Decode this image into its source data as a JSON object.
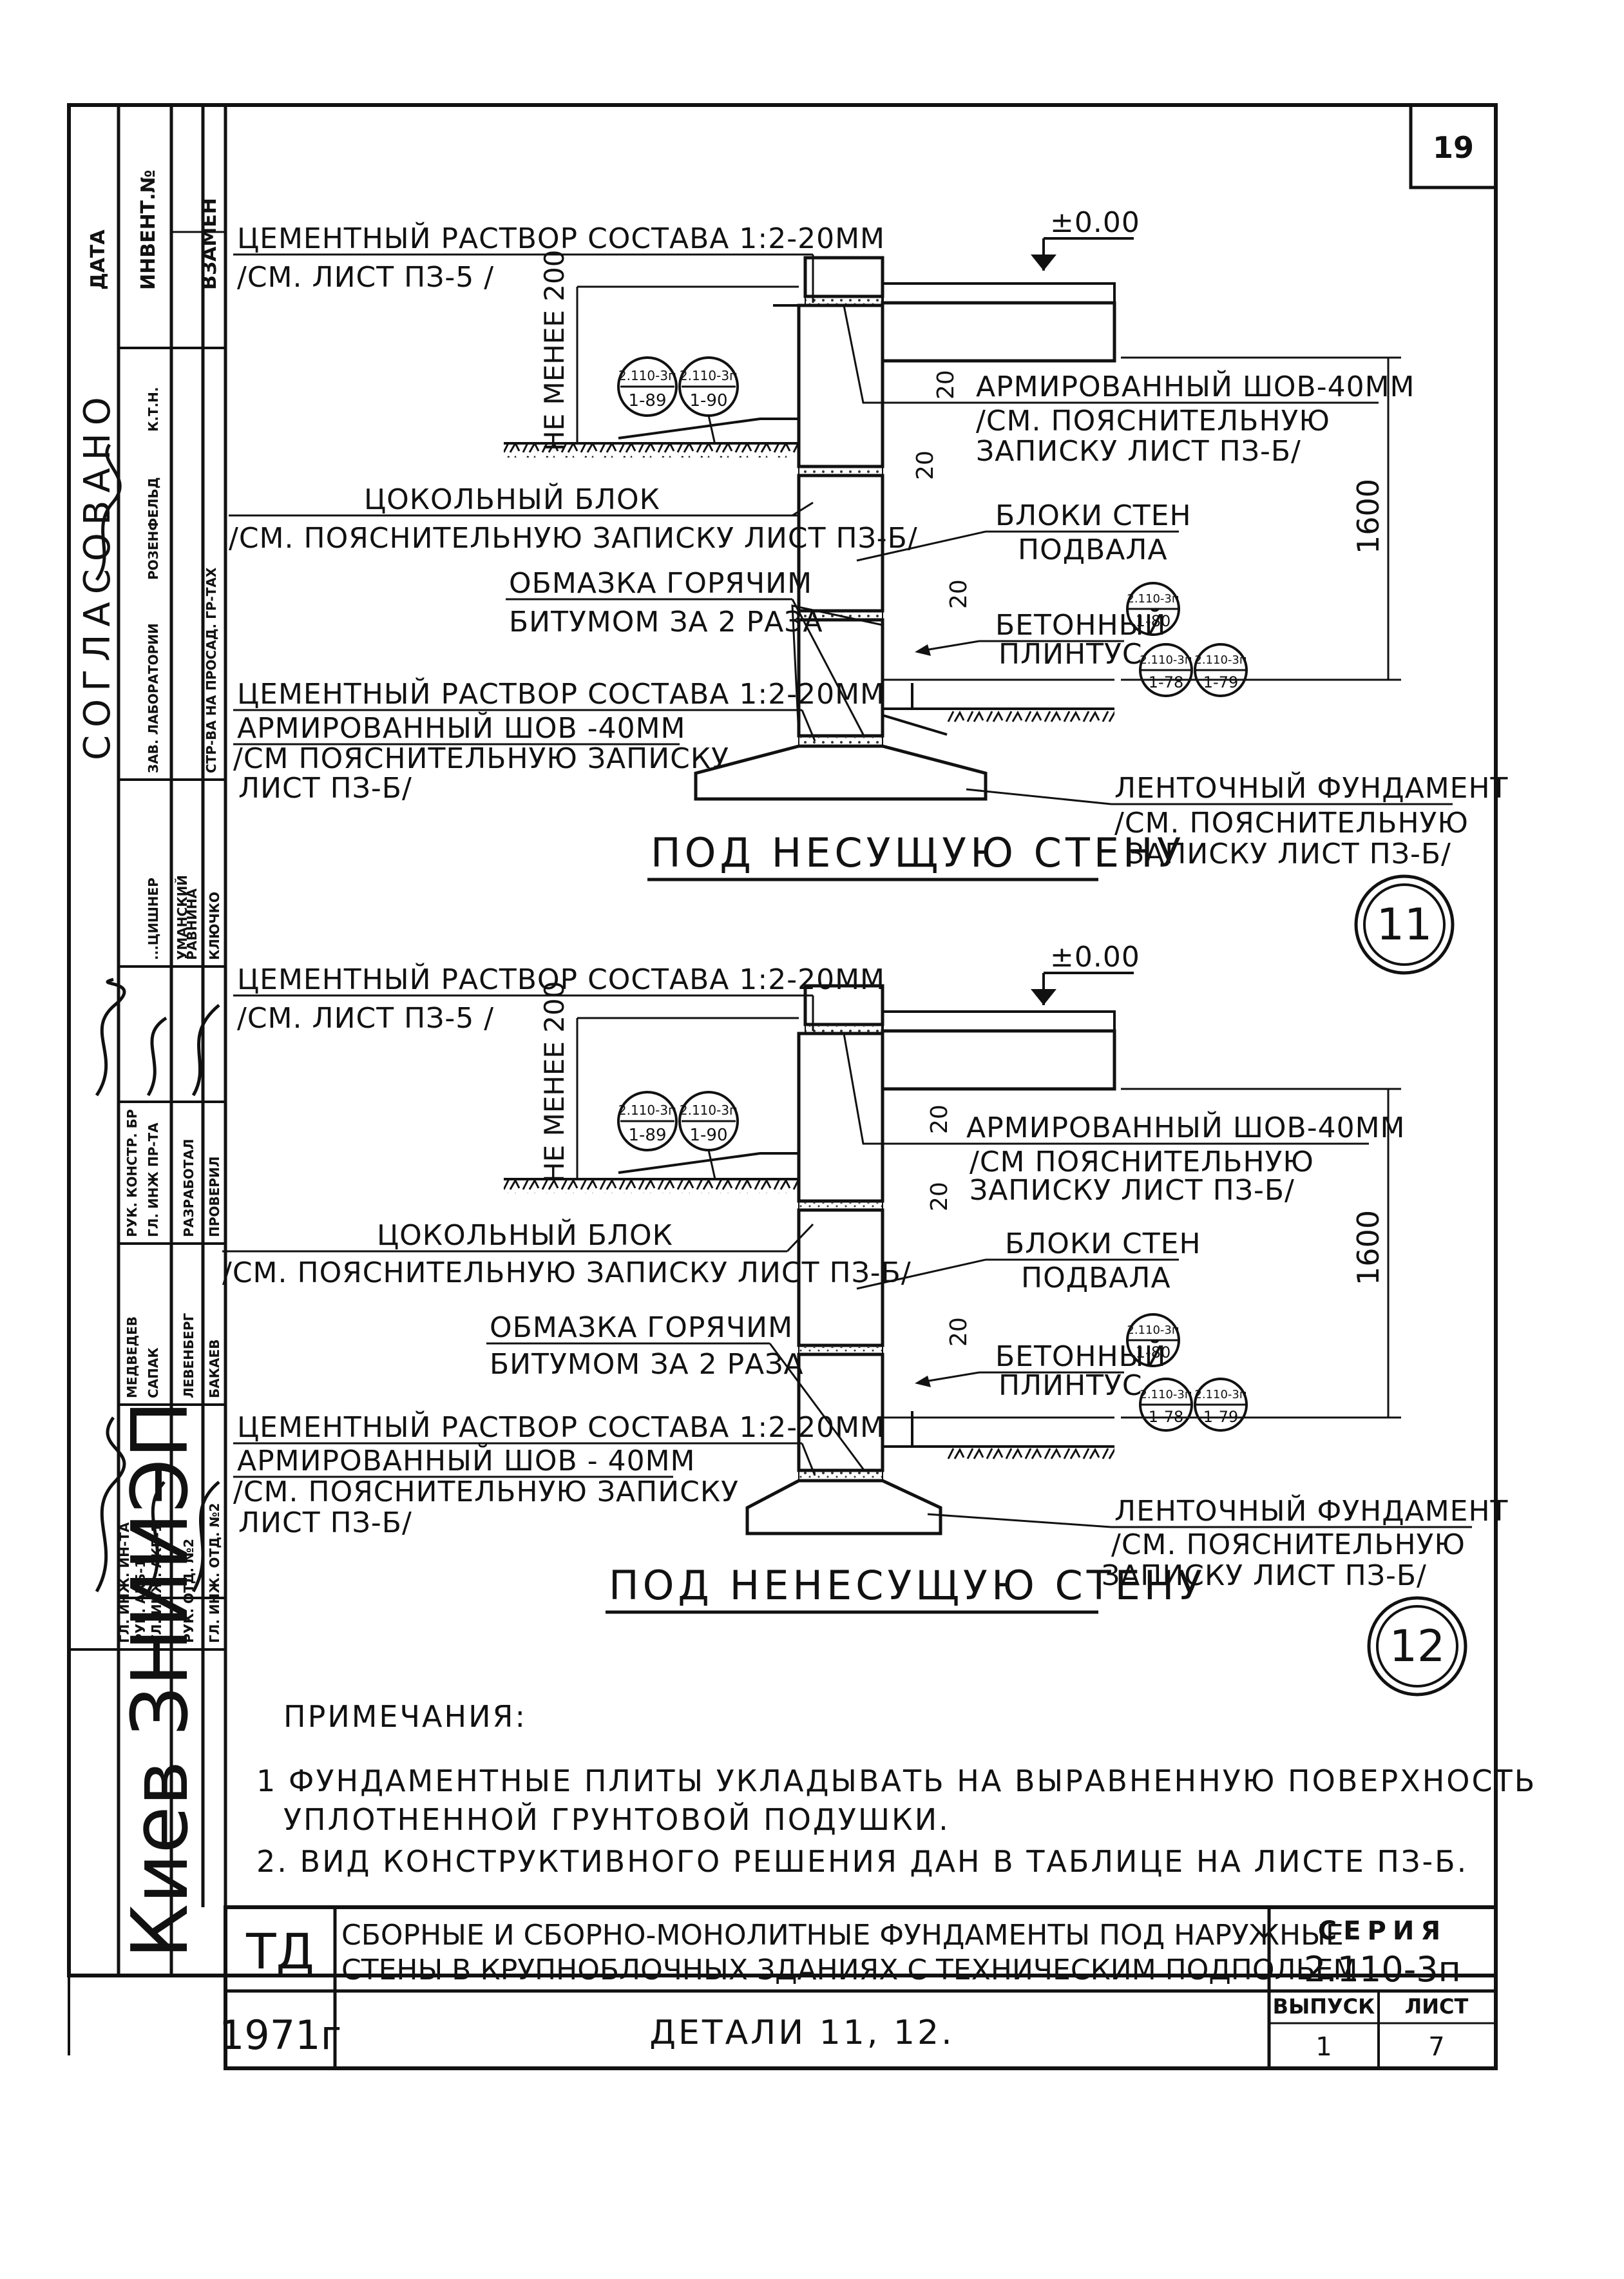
{
  "page_number": "19",
  "side_stamp": {
    "org": "Киев ЗНИИЭП",
    "header": [
      "ДАТА",
      "ИНВЕНТ.№",
      "ВЗАМЕН"
    ],
    "approval": "СОГЛАСОВАНО",
    "col_a": [
      "К.Т.Н.",
      "РОЗЕНФЕЛЬД"
    ],
    "col_b": [
      "ЗАВ. ЛАБОРАТОРИИ",
      "СТР-ВА НА ПРОСАД. ГР-ТАХ"
    ],
    "col_c": [
      "...ЦИШНЕР",
      "УМАНСКИЙ",
      "РАВНИНА",
      "КЛЮЧКО"
    ],
    "col_d": [
      "РУК. КОНСТР. БР",
      "ГЛ. ИНЖ ПР-ТА",
      "РАЗРАБОТАЛ",
      "ПРОВЕРИЛ"
    ],
    "col_e": [
      "МЕДВЕДЕВ",
      "САПАК",
      "ЛЕВЕНБЕРГ",
      "БАКАЕВ"
    ],
    "col_f": [
      "ГЛ. ИНЖ. ИН-ТА",
      "РУК. АКБ-1",
      "ГЛ. ИНЖ. АКБ-1",
      "РУК. ОТД. №2",
      "ГЛ. ИНЖ. ОТД. №2"
    ]
  },
  "detail_11": {
    "level_mark": "±0.00",
    "mortar_top": "ЦЕМЕНТНЫЙ РАСТВОР СОСТАВА 1:2-20ММ",
    "mortar_top_ref": "/СМ. ЛИСТ ПЗ-5 /",
    "min_height": "НЕ МЕНЕЕ 200",
    "dim_20a": "20",
    "dim_20b": "20",
    "dim_20c": "20",
    "dim_1600": "1600",
    "seam_1": "АРМИРОВАННЫЙ ШОВ-40ММ",
    "seam_1_ref_1": "/СМ. ПОЯСНИТЕЛЬНУЮ",
    "seam_1_ref_2": "ЗАПИСКУ ЛИСТ ПЗ-Б/",
    "plinth_block": "ЦОКОЛЬНЫЙ БЛОК",
    "plinth_block_ref": "/СМ. ПОЯСНИТЕЛЬНУЮ ЗАПИСКУ ЛИСТ ПЗ-Б/",
    "wall_blocks_1": "БЛОКИ СТЕН",
    "wall_blocks_2": "ПОДВАЛА",
    "coating_1": "ОБМАЗКА ГОРЯЧИМ",
    "coating_2": "БИТУМОМ ЗА 2 РАЗА",
    "concrete_1": "БЕТОННЫЙ",
    "concrete_2": "ПЛИНТУС",
    "mortar_bottom": "ЦЕМЕНТНЫЙ РАСТВОР СОСТАВА 1:2-20ММ",
    "seam_2": "АРМИРОВАННЫЙ ШОВ -40ММ",
    "seam_2_ref_1": "/СМ ПОЯСНИТЕЛЬНУЮ ЗАПИСКУ",
    "seam_2_ref_2": "ЛИСТ ПЗ-Б/",
    "strip_foundation": "ЛЕНТОЧНЫЙ ФУНДАМЕНТ",
    "strip_ref_1": "/СМ. ПОЯСНИТЕЛЬНУЮ",
    "strip_ref_2": "ЗАПИСКУ ЛИСТ ПЗ-Б/",
    "caption": "ПОД НЕСУЩУЮ СТЕНУ",
    "number": "11",
    "refs": [
      {
        "top": "2.110-3п",
        "bottom": "1-89"
      },
      {
        "top": "2.110-3п",
        "bottom": "1-90"
      },
      {
        "top": "2.110-3п",
        "bottom": "1-80"
      },
      {
        "top": "2.110-3п",
        "bottom": "1-78"
      },
      {
        "top": "2.110-3п",
        "bottom": "1-79"
      }
    ]
  },
  "detail_12": {
    "level_mark": "±0.00",
    "mortar_top": "ЦЕМЕНТНЫЙ РАСТВОР СОСТАВА 1:2-20ММ",
    "mortar_top_ref": "/СМ. ЛИСТ ПЗ-5 /",
    "min_height": "НЕ МЕНЕЕ 200",
    "dim_20a": "20",
    "dim_20b": "20",
    "dim_20c": "20",
    "dim_1600": "1600",
    "seam_1": "АРМИРОВАННЫЙ ШОВ-40ММ",
    "seam_1_ref_1": "/СМ ПОЯСНИТЕЛЬНУЮ",
    "seam_1_ref_2": "ЗАПИСКУ ЛИСТ ПЗ-Б/",
    "plinth_block": "ЦОКОЛЬНЫЙ БЛОК",
    "plinth_block_ref": "/СМ. ПОЯСНИТЕЛЬНУЮ ЗАПИСКУ ЛИСТ ПЗ-Б/",
    "wall_blocks_1": "БЛОКИ СТЕН",
    "wall_blocks_2": "ПОДВАЛА",
    "coating_1": "ОБМАЗКА ГОРЯЧИМ",
    "coating_2": "БИТУМОМ ЗА 2 РАЗА",
    "concrete_1": "БЕТОННЫЙ",
    "concrete_2": "ПЛИНТУС",
    "mortar_bottom": "ЦЕМЕНТНЫЙ РАСТВОР СОСТАВА 1:2-20ММ",
    "seam_2": "АРМИРОВАННЫЙ ШОВ - 40ММ",
    "seam_2_ref_1": "/СМ. ПОЯСНИТЕЛЬНУЮ ЗАПИСКУ",
    "seam_2_ref_2": "ЛИСТ ПЗ-Б/",
    "strip_foundation": "ЛЕНТОЧНЫЙ ФУНДАМЕНТ",
    "strip_ref_1": "/СМ. ПОЯСНИТЕЛЬНУЮ",
    "strip_ref_2": "ЗАПИСКУ ЛИСТ ПЗ-Б/",
    "caption": "ПОД НЕНЕСУЩУЮ СТЕНУ",
    "number": "12",
    "refs": [
      {
        "top": "2.110-3п",
        "bottom": "1-89"
      },
      {
        "top": "2.110-3п",
        "bottom": "1-90"
      },
      {
        "top": "2.110-3п",
        "bottom": "1-80"
      },
      {
        "top": "2.110-3п",
        "bottom": "1-78"
      },
      {
        "top": "2.110-3п",
        "bottom": "1-79"
      }
    ]
  },
  "notes": {
    "heading": "ПРИМЕЧАНИЯ:",
    "items": [
      "1 ФУНДАМЕНТНЫЕ ПЛИТЫ УКЛАДЫВАТЬ НА ВЫРАВНЕННУЮ ПОВЕРХНОСТЬ",
      "УПЛОТНЕННОЙ ГРУНТОВОЙ ПОДУШКИ.",
      "2. ВИД КОНСТРУКТИВНОГО РЕШЕНИЯ ДАН В ТАБЛИЦЕ НА ЛИСТЕ ПЗ-Б."
    ]
  },
  "title_block": {
    "code": "ТД",
    "year": "1971г",
    "title_1": "СБОРНЫЕ И СБОРНО-МОНОЛИТНЫЕ ФУНДАМЕНТЫ ПОД НАРУЖНЫЕ",
    "title_2": "СТЕНЫ В КРУПНОБЛОЧНЫХ ЗДАНИЯХ С ТЕХНИЧЕСКИМ ПОДПОЛЬЕМ",
    "subtitle": "ДЕТАЛИ 11, 12.",
    "series_label": "СЕРИЯ",
    "series_value": "2.110-3п",
    "issue_label": "ВЫПУСК",
    "issue_value": "1",
    "sheet_label": "ЛИСТ",
    "sheet_value": "7"
  }
}
